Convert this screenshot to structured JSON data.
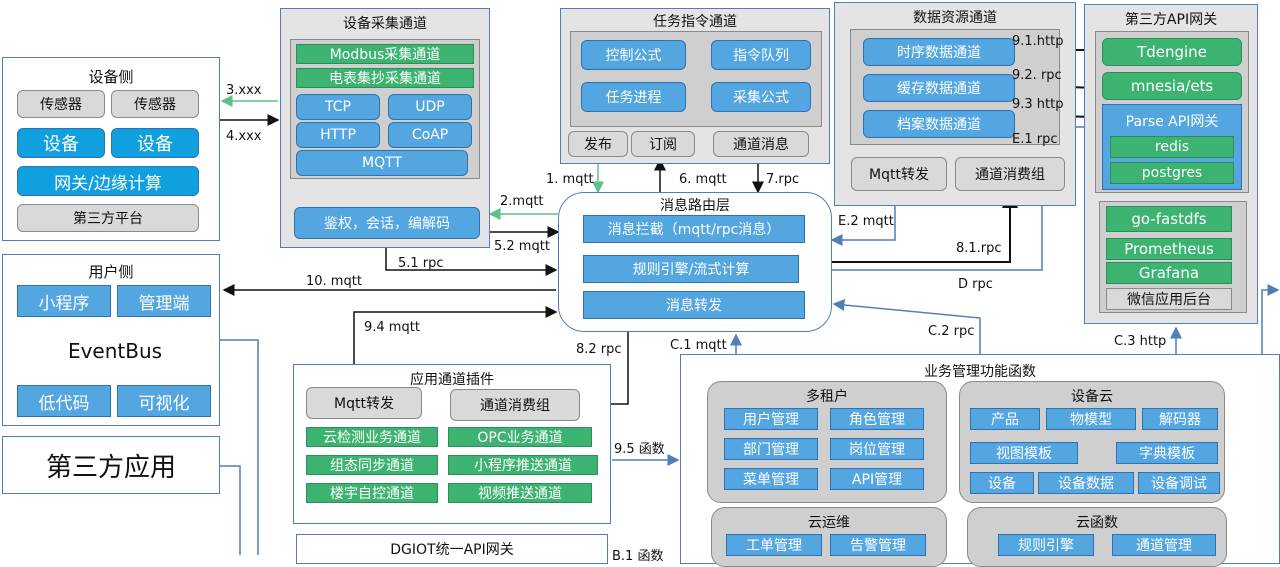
{
  "device_side": {
    "title": "设备侧",
    "sensor1": "传感器",
    "sensor2": "传感器",
    "device1": "设备",
    "device2": "设备",
    "gateway": "网关/边缘计算",
    "third": "第三方平台"
  },
  "user_side": {
    "title": "用户侧",
    "miniapp": "小程序",
    "admin": "管理端",
    "eventbus": "EventBus",
    "lowcode": "低代码",
    "visual": "可视化"
  },
  "third_app": "第三方应用",
  "collect": {
    "title": "设备采集通道",
    "modbus": "Modbus采集通道",
    "meter": "电表集抄采集通道",
    "tcp": "TCP",
    "udp": "UDP",
    "http": "HTTP",
    "coap": "CoAP",
    "mqtt": "MQTT",
    "auth": "鉴权，会话，编解码"
  },
  "task": {
    "title": "任务指令通道",
    "control": "控制公式",
    "queue": "指令队列",
    "process": "任务进程",
    "formula": "采集公式",
    "publish": "发布",
    "subscribe": "订阅",
    "msg": "通道消息"
  },
  "resource": {
    "title": "数据资源通道",
    "timeseries": "时序数据通道",
    "cache": "缓存数据通道",
    "archive": "档案数据通道",
    "mqtt_fwd": "Mqtt转发",
    "consumer": "通道消费组"
  },
  "api": {
    "title": "第三方API网关",
    "tdengine": "Tdengine",
    "mnesia": "mnesia/ets",
    "parse": "Parse API网关",
    "redis": "redis",
    "postgres": "postgres",
    "fastdfs": "go-fastdfs",
    "prometheus": "Prometheus",
    "grafana": "Grafana",
    "wechat": "微信应用后台"
  },
  "router": {
    "title": "消息路由层",
    "intercept": "消息拦截（mqtt/rpc消息）",
    "rule": "规则引擎/流式计算",
    "forward": "消息转发"
  },
  "plugin": {
    "title": "应用通道插件",
    "mqtt_fwd": "Mqtt转发",
    "consumer": "通道消费组",
    "c1": "云检测业务通道",
    "c2": "OPC业务通道",
    "c3": "组态同步通道",
    "c4": "小程序推送通道",
    "c5": "楼宇自控通道",
    "c6": "视频推送通道"
  },
  "dgiot": "DGIOT统一API网关",
  "biz": {
    "title": "业务管理功能函数",
    "tenant": {
      "title": "多租户",
      "a": "用户管理",
      "b": "角色管理",
      "c": "部门管理",
      "d": "岗位管理",
      "e": "菜单管理",
      "f": "API管理"
    },
    "cloud": {
      "title": "设备云",
      "a": "产品",
      "b": "物模型",
      "c": "解码器",
      "d": "视图模板",
      "e": "字典模板",
      "f": "设备",
      "g": "设备数据",
      "h": "设备调试"
    },
    "ops": {
      "title": "云运维",
      "a": "工单管理",
      "b": "告警管理"
    },
    "func": {
      "title": "云函数",
      "a": "规则引擎",
      "b": "通道管理"
    }
  },
  "labels": {
    "l3": "3.xxx",
    "l4": "4.xxx",
    "l1": "1. mqtt",
    "l2": "2.mqtt",
    "l52": "5.2 mqtt",
    "l51": "5.1 rpc",
    "l6": "6. mqtt",
    "l7": "7.rpc",
    "l91": "9.1.http",
    "l92": "9.2. rpc",
    "l93": "9.3 http",
    "le1": "E.1  rpc",
    "le2": "E.2 mqtt",
    "l81": "8.1.rpc",
    "ld": "D rpc",
    "l10": "10. mqtt",
    "l94": "9.4 mqtt",
    "l82": "8.2 rpc",
    "lc1": "C.1 mqtt",
    "lc2": "C.2 rpc",
    "lc3": "C.3 http",
    "l95": "9.5 函数",
    "lb1": "B.1 函数"
  }
}
